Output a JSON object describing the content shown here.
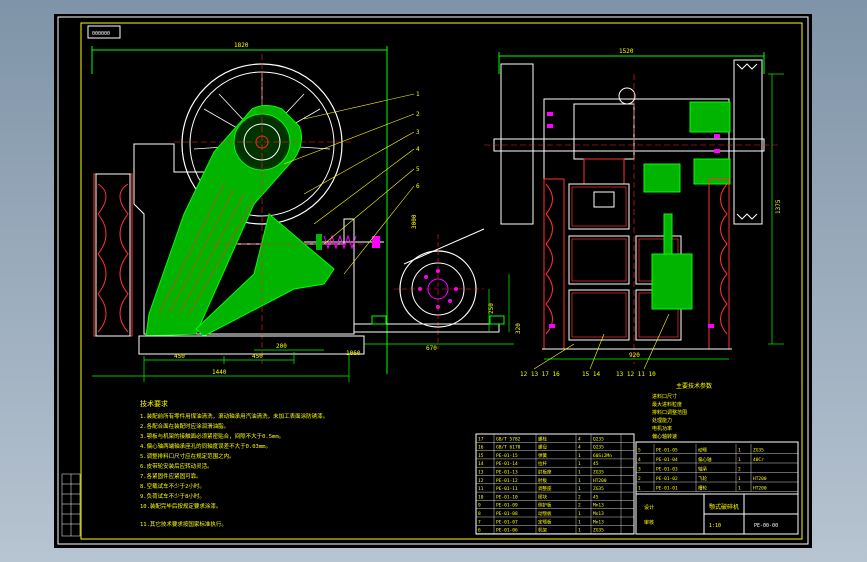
{
  "colors": {
    "background": "#000000",
    "viewport_frame": "#7f94a8",
    "border": "#ffffff",
    "dimension": "#00ff00",
    "part_fill": "#00b400",
    "text": "#ffff00",
    "center_line": "#ff2020",
    "hatch": "#ff3030",
    "fastener": "#ff00ff",
    "title_block": "#ffffff"
  },
  "drawing": {
    "top_left_box": "000000",
    "dims_left": {
      "overall_width": "1440",
      "top_width": "1820",
      "seg_a": "450",
      "seg_b": "450",
      "seg_c": "200"
    },
    "dims_mid": {
      "motor_width": "670",
      "motor_height": "250",
      "base_height": "320",
      "base_offset": "1060"
    },
    "dims_right": {
      "top_width": "1520",
      "base_width": "920",
      "height": "1375"
    },
    "balloons_left": [
      "1",
      "2",
      "3",
      "4",
      "5",
      "6"
    ],
    "balloons_bottom_left": "12  13  17  16",
    "balloons_bottom_mid": "15 14",
    "balloons_bottom_right": "13  12  11  10",
    "mid_vertical_label": "3000"
  },
  "notes": {
    "title": "技术要求",
    "lines": [
      "1.装配前所有零件用煤油清洗，滚动轴承用汽油清洗，未加工表面涂防锈漆。",
      "2.各配合面在装配时应涂润滑油脂。",
      "3.颚板与机架的接触面必须紧密贴合，间隙不大于0.5mm。",
      "4.偏心轴两端轴承座孔的同轴度误差不大于0.03mm。",
      "5.调整排料口尺寸应在规定范围之内。",
      "6.皮带轮安装后应转动灵活。",
      "7.各紧固件应紧固可靠。",
      "8.空载试车不少于2小时。",
      "9.负荷试车不少于8小时。",
      "10.装配完毕后按规定要求涂漆。",
      "11.其它技术要求按国家标准执行。"
    ]
  },
  "spec_table": {
    "title": "主要技术参数",
    "lines": [
      "进料口尺寸",
      "最大进料粒度",
      "排料口调整范围",
      "处理能力",
      "电机功率",
      "偏心轴转速"
    ]
  },
  "parts_table": {
    "rows": [
      [
        "17",
        "GB/T 5782",
        "螺栓",
        "4",
        "Q235",
        ""
      ],
      [
        "16",
        "GB/T 6170",
        "螺母",
        "4",
        "Q235",
        ""
      ],
      [
        "15",
        "PE-01-15",
        "弹簧",
        "1",
        "60Si2Mn",
        ""
      ],
      [
        "14",
        "PE-01-14",
        "拉杆",
        "1",
        "45",
        ""
      ],
      [
        "13",
        "PE-01-13",
        "肘板座",
        "1",
        "ZG35",
        ""
      ],
      [
        "12",
        "PE-01-12",
        "肘板",
        "1",
        "HT200",
        ""
      ],
      [
        "11",
        "PE-01-11",
        "调整座",
        "1",
        "ZG35",
        ""
      ],
      [
        "10",
        "PE-01-10",
        "楔块",
        "2",
        "45",
        ""
      ],
      [
        "9",
        "PE-01-09",
        "侧护板",
        "2",
        "Mn13",
        ""
      ],
      [
        "8",
        "PE-01-08",
        "动颚板",
        "1",
        "Mn13",
        ""
      ],
      [
        "7",
        "PE-01-07",
        "定颚板",
        "1",
        "Mn13",
        ""
      ],
      [
        "6",
        "PE-01-06",
        "机架",
        "1",
        "ZG35",
        ""
      ]
    ],
    "rows2": [
      [
        "5",
        "PE-01-05",
        "动颚",
        "1",
        "ZG35"
      ],
      [
        "4",
        "PE-01-04",
        "偏心轴",
        "1",
        "40Cr"
      ],
      [
        "3",
        "PE-01-03",
        "轴承",
        "2",
        ""
      ],
      [
        "2",
        "PE-01-02",
        "飞轮",
        "1",
        "HT200"
      ],
      [
        "1",
        "PE-01-01",
        "槽轮",
        "1",
        "HT200"
      ]
    ]
  },
  "title_block": {
    "name": "颚式破碎机",
    "scale": "1:10",
    "drawing_no": "PE-00-00",
    "designer": "设计",
    "checker": "审核"
  }
}
